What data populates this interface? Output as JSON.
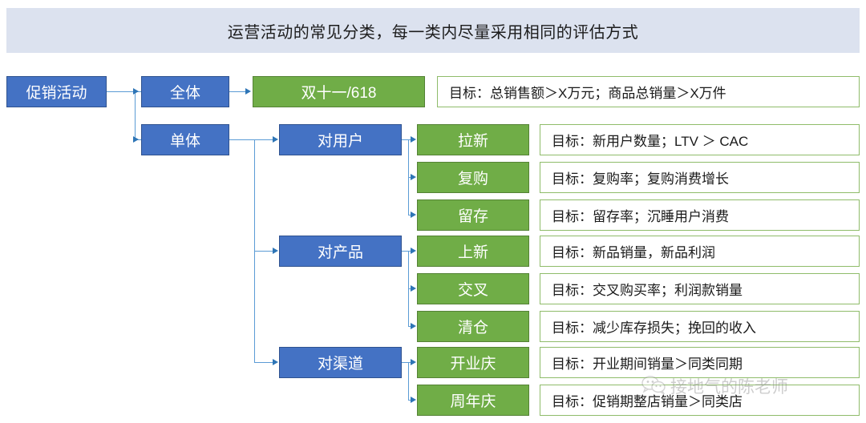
{
  "header": {
    "title": "运营活动的常见分类，每一类内尽量采用相同的评估方式",
    "band_color": "#dce2ef"
  },
  "colors": {
    "blue_fill": "#4472c4",
    "blue_border": "#2f528f",
    "green_fill": "#70ad47",
    "green_border": "#548235",
    "goal_border": "#8fbc6a",
    "connector": "#5b9bd5",
    "arrow": "#2e75b6"
  },
  "root": {
    "label": "促销活动"
  },
  "level1": [
    {
      "label": "全体"
    },
    {
      "label": "单体"
    }
  ],
  "level2": [
    {
      "label": "对用户"
    },
    {
      "label": "对产品"
    },
    {
      "label": "对渠道"
    }
  ],
  "top_row": {
    "activity": "双十一/618",
    "goal": "目标：总销售额＞X万元；商品总销量＞X万件"
  },
  "rows": [
    {
      "activity": "拉新",
      "goal": "目标：新用户数量；LTV ＞ CAC"
    },
    {
      "activity": "复购",
      "goal": "目标：复购率；复购消费增长"
    },
    {
      "activity": "留存",
      "goal": "目标：留存率；沉睡用户消费"
    },
    {
      "activity": "上新",
      "goal": "目标：新品销量，新品利润"
    },
    {
      "activity": "交叉",
      "goal": "目标：交叉购买率；利润款销量"
    },
    {
      "activity": "清仓",
      "goal": "目标：减少库存损失；挽回的收入"
    },
    {
      "activity": "开业庆",
      "goal": "目标：开业期间销量＞同类同期"
    },
    {
      "activity": "周年庆",
      "goal": "目标：促销期整店销量＞同类店"
    }
  ],
  "watermark": {
    "text": "接地气的陈老师",
    "icon": "wechat-icon"
  }
}
